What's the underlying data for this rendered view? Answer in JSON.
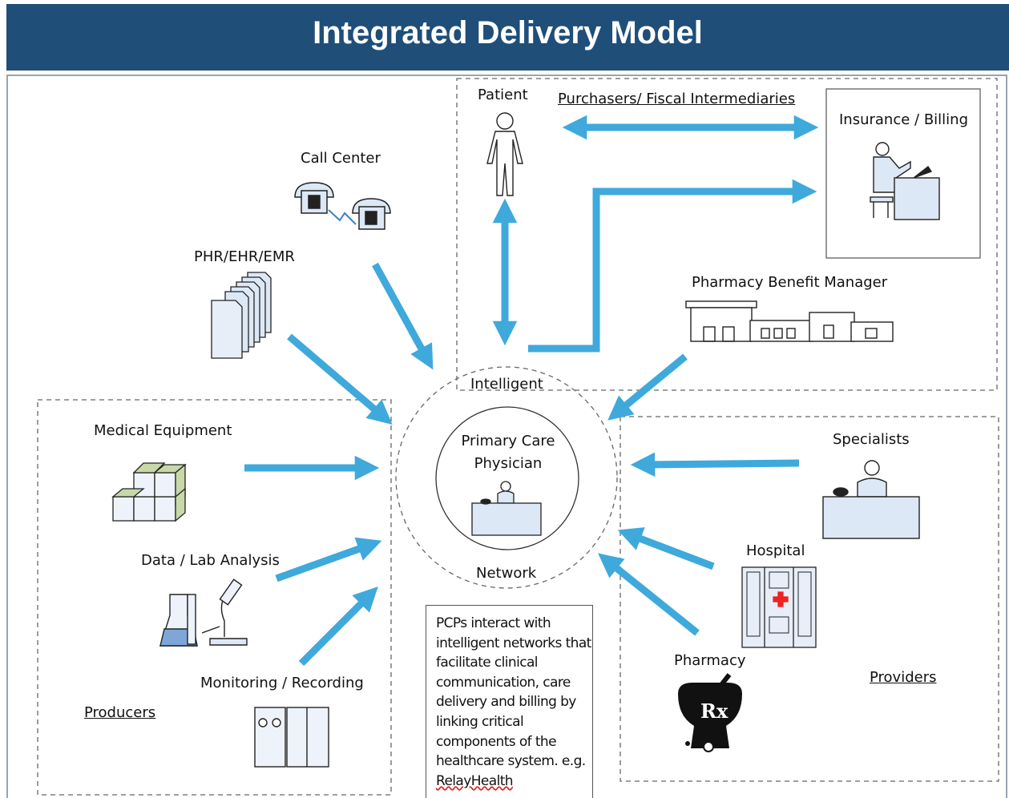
{
  "title": "Integrated Delivery Model",
  "labels": {
    "call_center": "Call Center",
    "phr": "PHR/EHR/EMR",
    "medical_equipment": "Medical Equipment",
    "data_lab": "Data / Lab Analysis",
    "monitoring": "Monitoring / Recording",
    "producers": "Producers",
    "patient": "Patient",
    "purchasers": "Purchasers/ Fiscal Intermediaries",
    "insurance": "Insurance / Billing",
    "pbm": "Pharmacy Benefit Manager",
    "intelligent": "Intelligent",
    "network": "Network",
    "pcp_line1": "Primary Care",
    "pcp_line2": "Physician",
    "specialists": "Specialists",
    "hospital": "Hospital",
    "pharmacy": "Pharmacy",
    "providers": "Providers"
  },
  "note": {
    "text": "PCPs interact with intelligent networks that facilitate clinical communication, care delivery and billing by linking critical components of the healthcare system. e.g.",
    "link": "RelayHealth"
  },
  "colors": {
    "banner": "#1f4e79",
    "arrow": "#3fa9dc",
    "dashed": "#666666"
  },
  "icons": [
    "telephone-icon",
    "documents-icon",
    "boxes-icon",
    "lab-flask-microscope-icon",
    "monitor-cabinet-icon",
    "patient-figure-icon",
    "billing-clerk-icon",
    "pharmacy-store-icon",
    "physician-desk-icon",
    "specialist-desk-icon",
    "hospital-building-icon",
    "rx-mortar-icon"
  ]
}
